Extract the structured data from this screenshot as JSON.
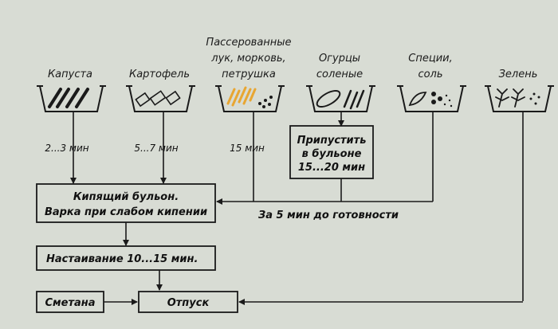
{
  "ingredients": {
    "cabbage": "Капуста",
    "potato": "Картофель",
    "saute_1": "Пассерованные",
    "saute_2": "лук, морковь,",
    "saute_3": "петрушка",
    "pickles_1": "Огурцы",
    "pickles_2": "соленые",
    "spices_1": "Специи,",
    "spices_2": "соль",
    "greens": "Зелень"
  },
  "times": {
    "cabbage": "2...3 мин",
    "potato": "5...7 мин",
    "saute": "15 мин"
  },
  "steps": {
    "simmer_1": "Припустить",
    "simmer_2": "в бульоне",
    "simmer_3": "15...20 мин",
    "boil_1": "Кипящий бульон.",
    "boil_2": "Варка при слабом кипении",
    "before_ready": "За 5 мин до готовности",
    "infuse": "Настаивание 10...15 мин.",
    "sour_cream": "Сметана",
    "serve": "Отпуск"
  },
  "colors": {
    "background": "#d8dcd4",
    "saute_accent": "#e8a632"
  }
}
